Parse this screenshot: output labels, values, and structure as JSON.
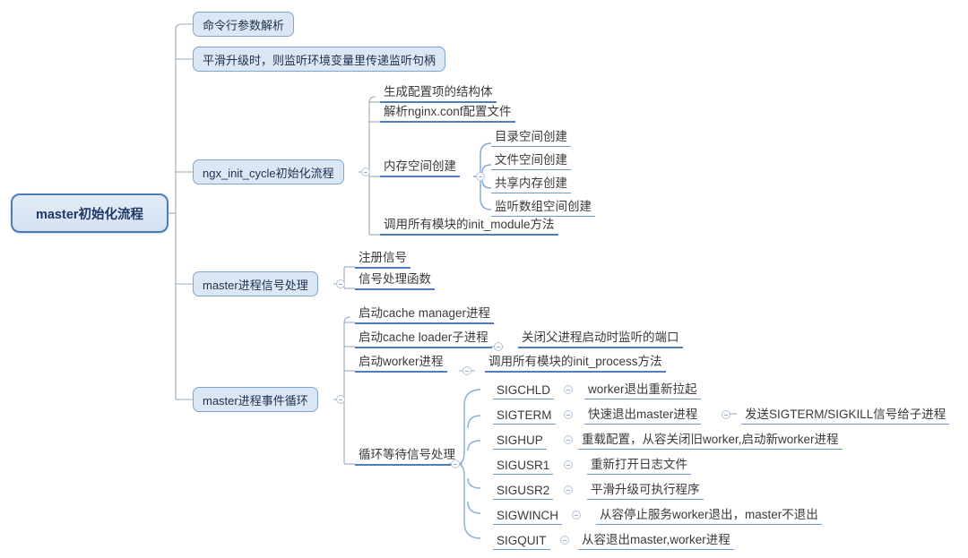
{
  "title": "master初始化流程 mindmap",
  "colors": {
    "root_border": "#4a7ebb",
    "root_fill": "#dce7f5",
    "box_border": "#7fa6d3",
    "box_fill": "#dce7f5",
    "underline": "#4f7dc0",
    "connector": "#9aa8b8",
    "text": "#3a3a3a",
    "background": "#ffffff"
  },
  "root": {
    "label": "master初始化流程"
  },
  "branches": [
    {
      "label": "命令行参数解析"
    },
    {
      "label": "平滑升级时，则监听环境变量里传递监听句柄"
    },
    {
      "label": "ngx_init_cycle初始化流程"
    },
    {
      "label": "master进程信号处理"
    },
    {
      "label": "master进程事件循环"
    }
  ],
  "ngx_init_cycle": {
    "children": [
      {
        "label": "生成配置项的结构体"
      },
      {
        "label": "解析nginx.conf配置文件"
      },
      {
        "label": "内存空间创建"
      },
      {
        "label": "调用所有模块的init_module方法"
      }
    ],
    "memory_children": [
      {
        "label": "目录空间创建"
      },
      {
        "label": "文件空间创建"
      },
      {
        "label": "共享内存创建"
      },
      {
        "label": "监听数组空间创建"
      }
    ]
  },
  "signal_handling": {
    "children": [
      {
        "label": "注册信号"
      },
      {
        "label": "信号处理函数"
      }
    ]
  },
  "event_loop": {
    "children": [
      {
        "label": "启动cache manager进程"
      },
      {
        "label": "启动cache loader子进程"
      },
      {
        "label": "启动worker进程"
      },
      {
        "label": "循环等待信号处理"
      }
    ],
    "cache_loader_child": {
      "label": "关闭父进程启动时监听的端口"
    },
    "worker_child": {
      "label": "调用所有模块的init_process方法"
    },
    "signals": [
      {
        "name": "SIGCHLD",
        "desc": "worker退出重新拉起",
        "desc2": ""
      },
      {
        "name": "SIGTERM",
        "desc": "快速退出master进程",
        "desc2": "发送SIGTERM/SIGKILL信号给子进程"
      },
      {
        "name": "SIGHUP",
        "desc": "重载配置，从容关闭旧worker,启动新worker进程",
        "desc2": ""
      },
      {
        "name": "SIGUSR1",
        "desc": "重新打开日志文件",
        "desc2": ""
      },
      {
        "name": "SIGUSR2",
        "desc": "平滑升级可执行程序",
        "desc2": ""
      },
      {
        "name": "SIGWINCH",
        "desc": "从容停止服务worker退出，master不退出",
        "desc2": ""
      },
      {
        "name": "SIGQUIT",
        "desc": "从容退出master,worker进程",
        "desc2": ""
      }
    ]
  }
}
